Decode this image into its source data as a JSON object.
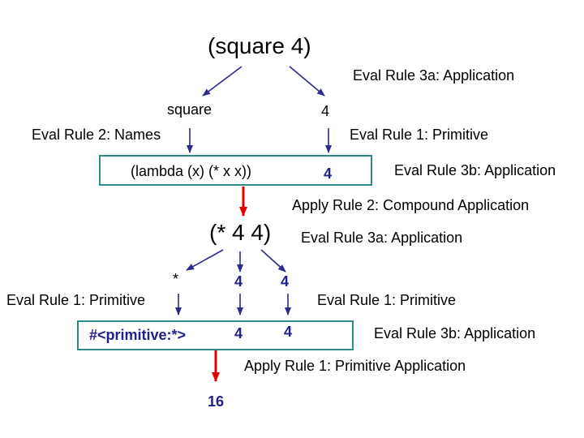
{
  "colors": {
    "blue_arrow": "#2b2b8f",
    "red_arrow": "#e00000",
    "box_border": "#2e8b8b",
    "blue_text": "#1f1f8f"
  },
  "top_expr": "(square 4)",
  "rules": {
    "r_top_app": "Eval Rule 3a: Application",
    "r_names": "Eval Rule 2: Names",
    "r_prim1": "Eval Rule 1: Primitive",
    "r_app3b_1": "Eval Rule 3b: Application",
    "r_apply2": "Apply Rule 2: Compound Application",
    "r_app3a_2": "Eval Rule 3a: Application",
    "r_prim_left": "Eval Rule 1: Primitive",
    "r_prim_right": "Eval Rule 1: Primitive",
    "r_app3b_2": "Eval Rule 3b: Application",
    "r_apply1": "Apply Rule 1: Primitive Application"
  },
  "level1": {
    "square": "square",
    "four": "4"
  },
  "box1": {
    "lambda": "(lambda (x) (* x x))",
    "four": "4"
  },
  "mid_expr": "(* 4 4)",
  "level2": {
    "star": "*",
    "four_a": "4",
    "four_b": "4"
  },
  "box2": {
    "primitive": "#<primitive:*>",
    "four_a": "4",
    "four_b": "4"
  },
  "result": "16"
}
